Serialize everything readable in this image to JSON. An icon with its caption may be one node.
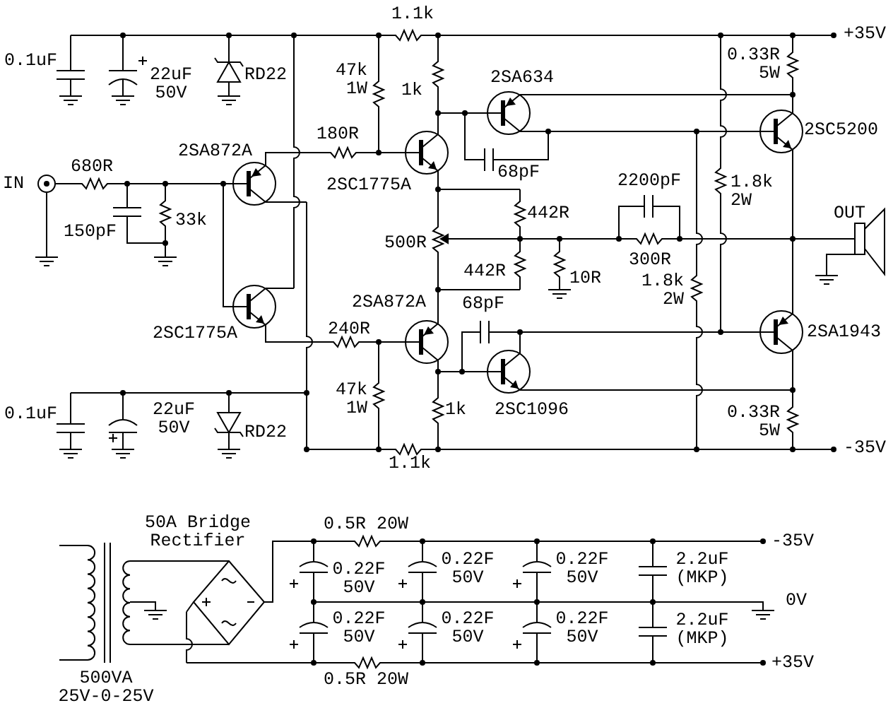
{
  "diagram": {
    "labels": [
      "1.1k",
      "+35V",
      "0.1uF",
      "22uF 50V",
      "RD22",
      "47k 1W",
      "1k",
      "2SA634",
      "0.33R 5W",
      "180R",
      "2SA872A",
      "2SC5200",
      "IN",
      "680R",
      "2SC1775A",
      "68pF",
      "2200pF",
      "1.8k 2W",
      "442R",
      "OUT",
      "150pF",
      "33k",
      "500R",
      "442R",
      "300R",
      "10R",
      "1.8k 2W",
      "2SA872A",
      "68pF",
      "2SC1775A",
      "240R",
      "2SA1943",
      "0.1uF",
      "22uF 50V",
      "47k 1W",
      "RD22",
      "1k",
      "2SC1096",
      "0.33R 5W",
      "1.1k",
      "-35V",
      "50A Bridge Rectifier",
      "0.5R 20W",
      "-35V",
      "0.22F 50V",
      "0.22F 50V",
      "0.22F 50V",
      "2.2uF (MKP)",
      "0V",
      "0.22F 50V",
      "0.22F 50V",
      "0.22F 50V",
      "2.2uF (MKP)",
      "+35V",
      "0.5R 20W",
      "500VA 25V-0-25V"
    ]
  }
}
